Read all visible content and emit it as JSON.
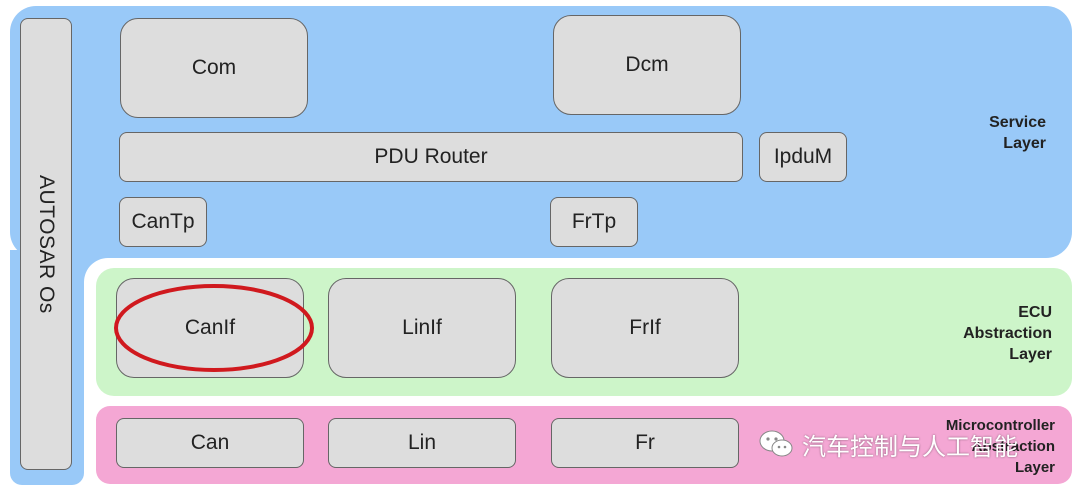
{
  "os": {
    "label": "AUTOSAR Os"
  },
  "service_layer": {
    "label_line1": "Service",
    "label_line2": "Layer",
    "modules": {
      "com": "Com",
      "dcm": "Dcm",
      "pdu_router": "PDU Router",
      "ipdum": "IpduM",
      "cantp": "CanTp",
      "frtp": "FrTp"
    },
    "color": "#99c9f8"
  },
  "ecu_layer": {
    "label_line1": "ECU",
    "label_line2": "Abstraction",
    "label_line3": "Layer",
    "modules": {
      "canif": "CanIf",
      "linif": "LinIf",
      "frif": "FrIf"
    },
    "color": "#cdf5c9"
  },
  "mcal_layer": {
    "label_line1": "Microcontroller",
    "label_line2": "Abstraction",
    "label_line3": "Layer",
    "modules": {
      "can": "Can",
      "lin": "Lin",
      "fr": "Fr"
    },
    "color": "#f4a7d4"
  },
  "annotation": {
    "color": "#d0191e",
    "target": "CanIf"
  },
  "watermark": {
    "text": "汽车控制与人工智能",
    "icon": "wechat-icon"
  }
}
